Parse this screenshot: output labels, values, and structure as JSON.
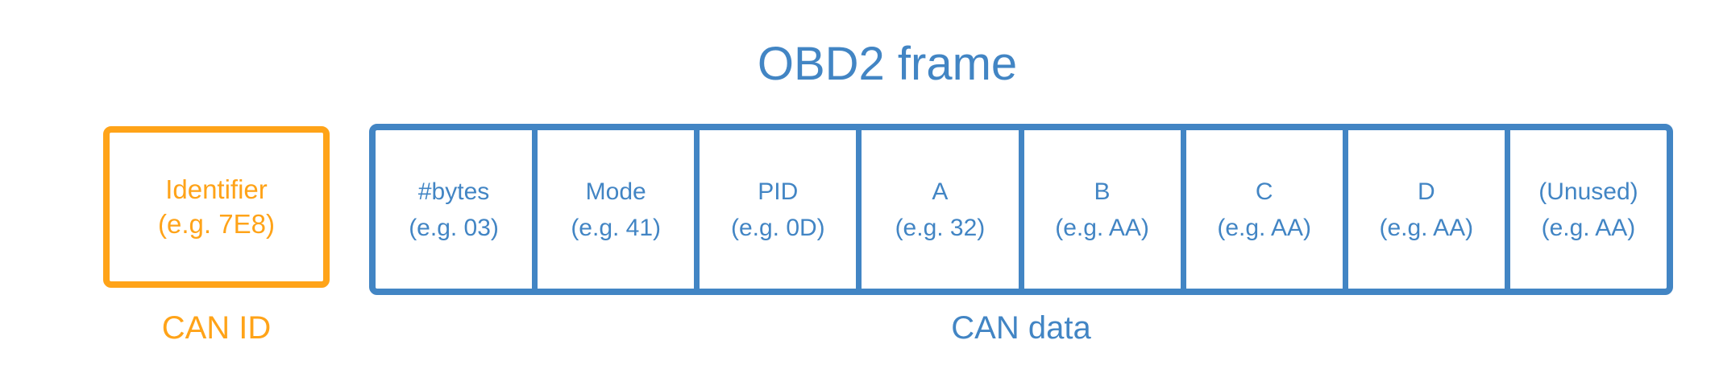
{
  "title": "OBD2 frame",
  "colors": {
    "blue": "#4285C4",
    "orange": "#FFA318"
  },
  "can_id": {
    "box": {
      "name": "Identifier",
      "example": "(e.g. 7E8)"
    },
    "label": "CAN ID"
  },
  "can_data": {
    "label": "CAN data",
    "cells": [
      {
        "name": "#bytes",
        "example": "(e.g. 03)"
      },
      {
        "name": "Mode",
        "example": "(e.g. 41)"
      },
      {
        "name": "PID",
        "example": "(e.g. 0D)"
      },
      {
        "name": "A",
        "example": "(e.g. 32)"
      },
      {
        "name": "B",
        "example": "(e.g. AA)"
      },
      {
        "name": "C",
        "example": "(e.g. AA)"
      },
      {
        "name": "D",
        "example": "(e.g. AA)"
      },
      {
        "name": "(Unused)",
        "example": "(e.g. AA)"
      }
    ]
  }
}
